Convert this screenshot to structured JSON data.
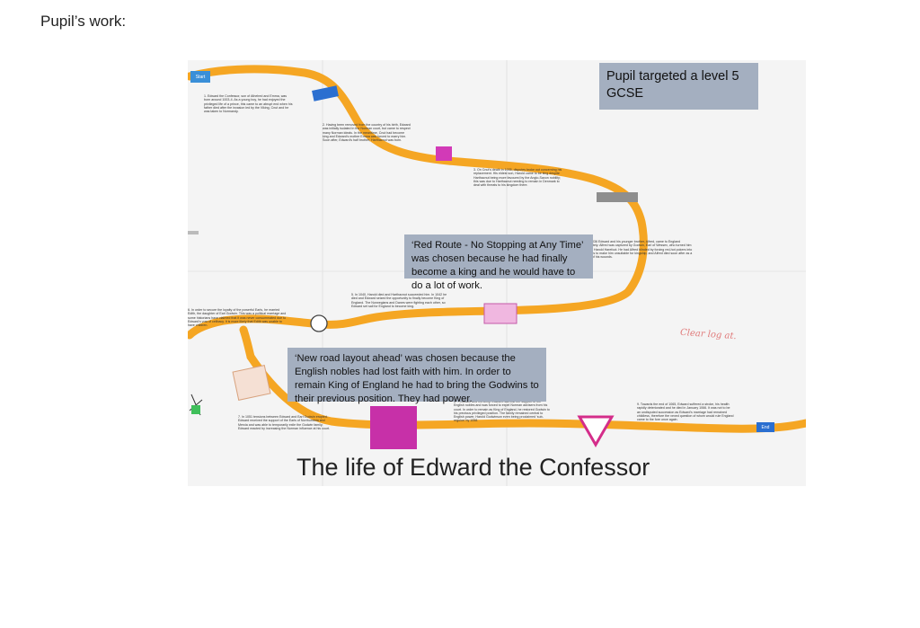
{
  "heading": "Pupil’s work:",
  "poster": {
    "title": "The life of Edward the Confessor",
    "level_box": "Pupil targeted a level 5 GCSE",
    "callout_red_route": "‘Red Route - No Stopping at Any Time’ was chosen because he had finally become a king and he would have to do a lot of work.",
    "callout_new_road": "‘New road layout ahead’ was chosen because the English nobles had lost faith with him. In order to remain King of England he had to bring the Godwins to their previous position. They had power.",
    "hand_note": "Clear log at.",
    "signs": {
      "start": "Start",
      "end": "End"
    },
    "events": [
      "1. Edward the Confessor, son of Athelred and Emma, was born around 1003-4. As a young boy, he had enjoyed the privileged life of a prince, this came to an abrupt end when his father died after the invasion led by the Viking, Cnut and he was taken to Normandy.",
      "2. Having been removed from the country of his birth, Edward was initially isolated in the Norman court, but came to respect many Norman ideals. In the meantime, Cnut had become king and Edward's mother Emma was forced to marry him. Soon after, Edward's half brother, Harthacnut was born.",
      "3. On Cnut's death in 1035, disputes broke out concerning his replacement. His eldest son, Harold came to be king despite Harthacnut being more favoured by the Anglo-Saxon nobility; this was due to Harthacnut needing to remain in Denmark to deal with threats to his kingdom there.",
      "4. In 1036 Edward and his younger brother, Alfred, came to England separately. Alfred was captured by Godwin, Earl of Wessex, who turned him over to Harold Harefoot. He had Alfred blinded by forcing red-hot pokers into his eyes to make him unsuitable for kingship, and Alfred died soon after as a result of his wounds.",
      "5. In 1040, Harold died and Harthacnut succeeded him. In 1042 he died and Edward seized the opportunity to finally become King of England. The Norwegians and Danes were fighting each other, so Edward set sail for England to become king.",
      "6. In order to secure the loyalty of the powerful Earls, he married Edith, the daughter of Earl Godwin. This was a political marriage and some historians have claimed that it was never consummated due to Edward's vow of celibacy. It is more likely that Edith was unable to have children.",
      "7. In 1051 tensions between Edward and Earl Godwin erupted. Edward received the support of the Earls of Northumbria and Mercia and was able to temporarily exile the Godwin family. Edward reacted by increasing the Norman influence at his court.",
      "8. ...Godwin and his army. Edward had lost the support of the English nobles and was forced to expel Norman advisers from his court. In order to remain as King of England, he restored Godwin to his previous privileged position. The family remained central to English power, Harold Godwinson even being proclaimed 'sub-regulus' by 1058.",
      "9. Towards the end of 1065, Edward suffered a stroke, his health rapidly deteriorated and he died in January 1066. It was not to be an undisputed succession as Edward's marriage had remained childless, therefore the vexed question of whom would rule England came to the fore once again."
    ]
  }
}
